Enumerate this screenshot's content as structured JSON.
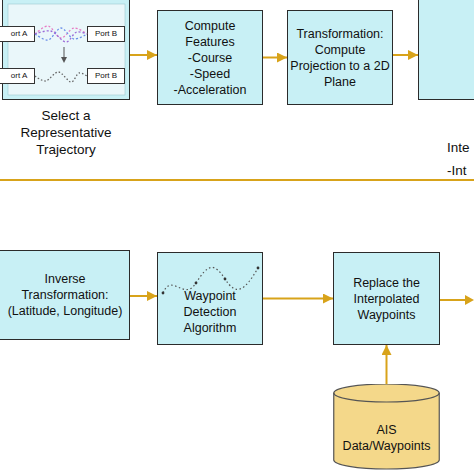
{
  "diagram": {
    "nodes": [
      {
        "text": [
          "Select a Representative Trajectory"
        ]
      },
      {
        "text": [
          "ort A"
        ],
        "in": 0
      },
      {
        "text": [
          "Port B"
        ],
        "in": 0
      },
      {
        "text": [
          "ort A"
        ],
        "in": 0
      },
      {
        "text": [
          "Port B"
        ],
        "in": 0
      },
      {
        "text": [
          "Compute Features",
          "-Course -Speed -Acceleration"
        ]
      },
      {
        "text": [
          "Transformation: Compute Projection to a 2D Plane"
        ]
      },
      {
        "text": [
          "Inte",
          "-Int"
        ]
      },
      {
        "text": [
          "Inverse Transformation: (Latitude, Longitude)"
        ]
      },
      {
        "text": [
          "Waypoint Detection Algorithm"
        ]
      },
      {
        "text": [
          "Replace the Interpolated Waypoints"
        ]
      },
      {
        "text": [
          "AIS Data/Waypoints"
        ]
      }
    ],
    "edges": [
      {
        "from": 1,
        "to": 2,
        "arrow": "none"
      },
      {
        "from": 1,
        "to": 2,
        "arrow": "none"
      },
      {
        "from": 1,
        "to": 2,
        "arrow": "none"
      },
      {
        "from": 3,
        "to": 4,
        "arrow": "none"
      },
      {
        "from": 0,
        "to": 5,
        "arrow": "to"
      },
      {
        "from": 5,
        "to": 6,
        "arrow": "to"
      },
      {
        "from": 6,
        "to": 7,
        "arrow": "to"
      },
      {
        "from": 8,
        "to": 9,
        "arrow": "to"
      },
      {
        "from": 9,
        "to": 10,
        "arrow": "to"
      },
      {
        "from": 11,
        "to": 10,
        "arrow": "to"
      }
    ]
  }
}
